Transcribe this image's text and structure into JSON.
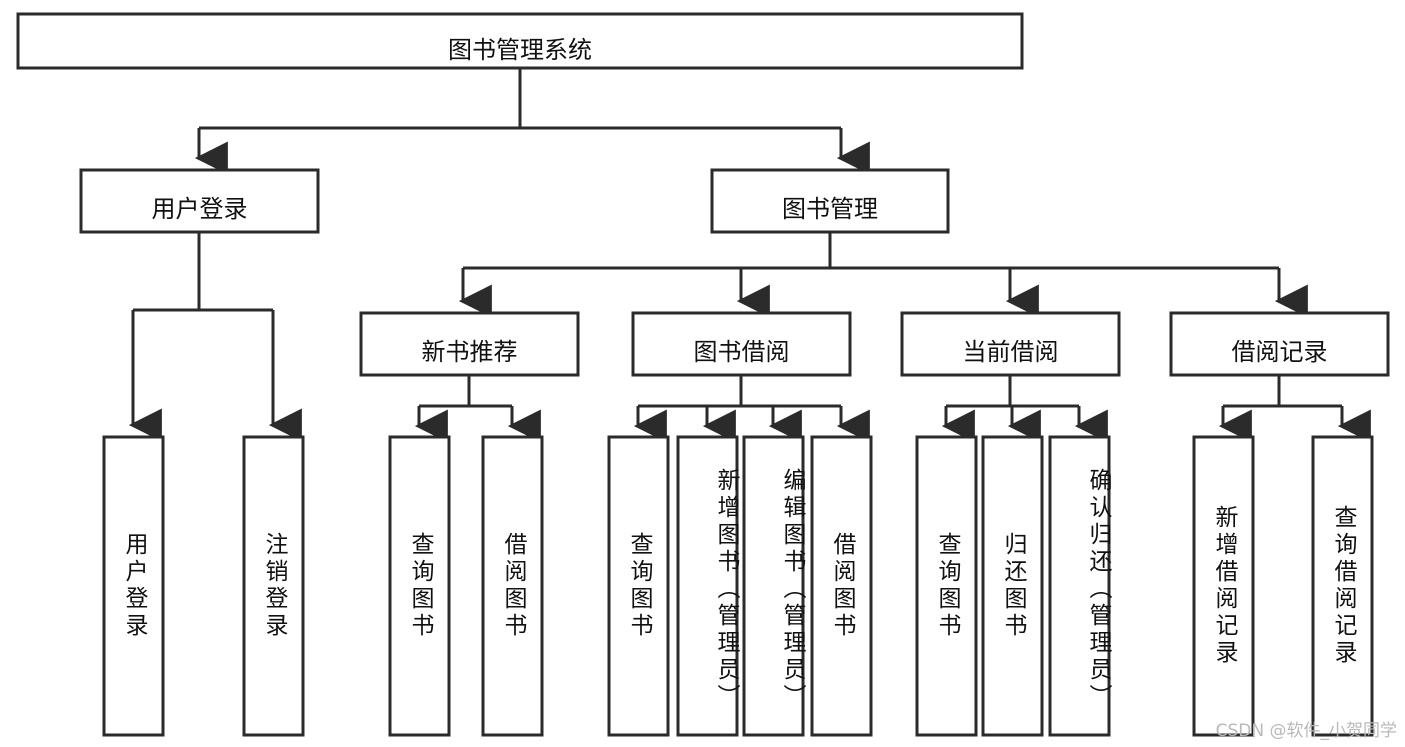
{
  "diagram": {
    "type": "tree-hierarchy",
    "title": "图书管理系统",
    "watermark": "CSDN @软件_小贺同学",
    "colors": {
      "stroke": "#2b2b2b",
      "fill": "#ffffff",
      "text": "#111111",
      "watermark": "#b9b9b9",
      "background": "#ffffff"
    },
    "levels": [
      {
        "level": 0,
        "nodes": [
          {
            "id": "root",
            "label": "图书管理系统",
            "orientation": "horizontal"
          }
        ]
      },
      {
        "level": 1,
        "nodes": [
          {
            "id": "login",
            "label": "用户登录",
            "orientation": "horizontal",
            "parent": "root"
          },
          {
            "id": "bookmgmt",
            "label": "图书管理",
            "orientation": "horizontal",
            "parent": "root"
          }
        ]
      },
      {
        "level": 2,
        "nodes": [
          {
            "id": "newbook",
            "label": "新书推荐",
            "orientation": "horizontal",
            "parent": "bookmgmt"
          },
          {
            "id": "borrow",
            "label": "图书借阅",
            "orientation": "horizontal",
            "parent": "bookmgmt"
          },
          {
            "id": "current",
            "label": "当前借阅",
            "orientation": "horizontal",
            "parent": "bookmgmt"
          },
          {
            "id": "records",
            "label": "借阅记录",
            "orientation": "horizontal",
            "parent": "bookmgmt"
          }
        ]
      },
      {
        "level": 3,
        "nodes": [
          {
            "id": "leaf-1",
            "label": "用户登录",
            "orientation": "vertical",
            "parent": "login"
          },
          {
            "id": "leaf-2",
            "label": "注销登录",
            "orientation": "vertical",
            "parent": "login"
          },
          {
            "id": "leaf-3",
            "label": "查询图书",
            "orientation": "vertical",
            "parent": "newbook"
          },
          {
            "id": "leaf-4",
            "label": "借阅图书",
            "orientation": "vertical",
            "parent": "newbook"
          },
          {
            "id": "leaf-5",
            "label": "查询图书",
            "orientation": "vertical",
            "parent": "borrow"
          },
          {
            "id": "leaf-6",
            "label": "新增图书（管理员）",
            "orientation": "vertical",
            "parent": "borrow"
          },
          {
            "id": "leaf-7",
            "label": "编辑图书（管理员）",
            "orientation": "vertical",
            "parent": "borrow"
          },
          {
            "id": "leaf-8",
            "label": "借阅图书",
            "orientation": "vertical",
            "parent": "borrow"
          },
          {
            "id": "leaf-9",
            "label": "查询图书",
            "orientation": "vertical",
            "parent": "current"
          },
          {
            "id": "leaf-10",
            "label": "归还图书",
            "orientation": "vertical",
            "parent": "current"
          },
          {
            "id": "leaf-11",
            "label": "确认归还（管理员）",
            "orientation": "vertical",
            "parent": "current"
          },
          {
            "id": "leaf-12",
            "label": "新增借阅记录",
            "orientation": "vertical",
            "parent": "records"
          },
          {
            "id": "leaf-13",
            "label": "查询借阅记录",
            "orientation": "vertical",
            "parent": "records"
          }
        ]
      }
    ]
  }
}
